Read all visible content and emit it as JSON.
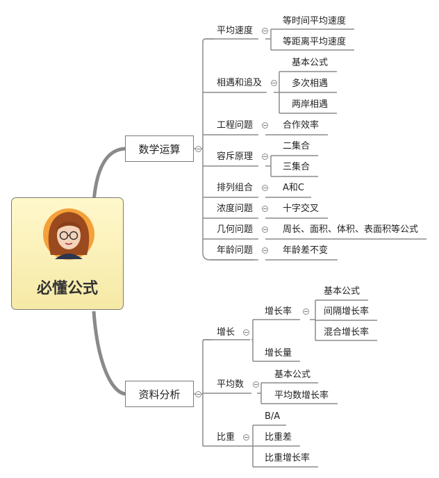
{
  "root": {
    "title": "必懂公式"
  },
  "branches": {
    "math": {
      "label": "数学运算",
      "topics": [
        {
          "label": "平均速度",
          "leaves": [
            "等时间平均速度",
            "等距离平均速度"
          ]
        },
        {
          "label": "相遇和追及",
          "leaves": [
            "基本公式",
            "多次相遇",
            "两岸相遇"
          ]
        },
        {
          "label": "工程问题",
          "leaves": [
            "合作效率"
          ]
        },
        {
          "label": "容斥原理",
          "leaves": [
            "二集合",
            "三集合"
          ]
        },
        {
          "label": "排列组合",
          "leaves": [
            "A和C"
          ]
        },
        {
          "label": "浓度问题",
          "leaves": [
            "十字交叉"
          ]
        },
        {
          "label": "几何问题",
          "leaves": [
            "周长、面积、体积、表面积等公式"
          ]
        },
        {
          "label": "年龄问题",
          "leaves": [
            "年龄差不变"
          ]
        }
      ]
    },
    "data": {
      "label": "资料分析",
      "topics": [
        {
          "label": "增长",
          "sub": [
            {
              "label": "增长率",
              "leaves": [
                "基本公式",
                "间隔增长率",
                "混合增长率"
              ]
            },
            {
              "label": "增长量"
            }
          ]
        },
        {
          "label": "平均数",
          "leaves": [
            "基本公式",
            "平均数增长率"
          ]
        },
        {
          "label": "比重",
          "leaves": [
            "B/A",
            "比重差",
            "比重增长率"
          ]
        }
      ]
    }
  }
}
